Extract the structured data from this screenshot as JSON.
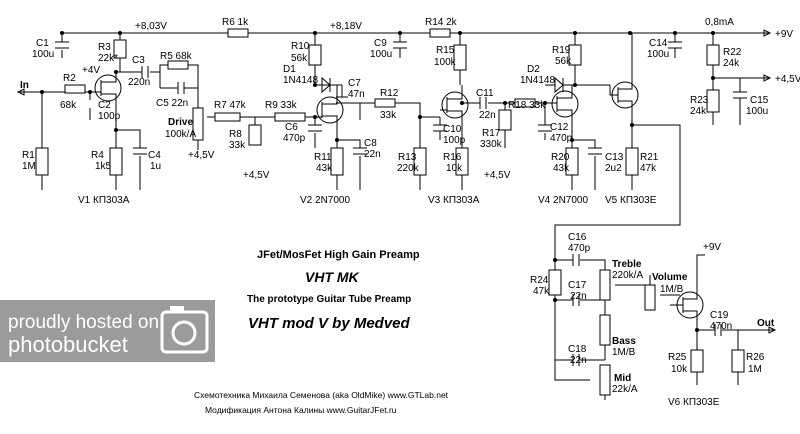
{
  "rails": {
    "v1": "+8,03V",
    "v2": "+8,18V",
    "supply": "+9V",
    "mid": "+4,5V",
    "current": "0,8mA",
    "bias": "+4V"
  },
  "titles": {
    "line1": "JFet/MosFet High Gain Preamp",
    "line2": "VHT MK",
    "line3": "The prototype Guitar Tube Preamp",
    "line4": "VHT mod V by Medved"
  },
  "credits": {
    "line1": "Схемотехника Михаила Семенова (aka OldMike)   www.GTLab.net",
    "line2": "Модификация Антона Калины  www.GuitarJFet.ru"
  },
  "io": {
    "in": "In",
    "out": "Out"
  },
  "pots": {
    "drive": "Drive",
    "treble": "Treble",
    "bass": "Bass",
    "mid": "Mid",
    "volume": "Volume"
  },
  "components": {
    "C1": [
      "C1",
      "100u"
    ],
    "R3": [
      "R3",
      "22k*"
    ],
    "C3": [
      "C3",
      "220n"
    ],
    "R2": [
      "R2",
      "68k"
    ],
    "C2": [
      "C2",
      "100p"
    ],
    "R5": [
      "R5 68k"
    ],
    "C5": [
      "C5 22n"
    ],
    "R1": [
      "R1",
      "1M"
    ],
    "R4": [
      "R4",
      "1k5"
    ],
    "C4": [
      "C4",
      "1u"
    ],
    "R6": [
      "R6 1k"
    ],
    "R7": [
      "R7 47k"
    ],
    "R8": [
      "R8",
      "33k"
    ],
    "R9": [
      "R9 33k"
    ],
    "D1": [
      "D1",
      "1N4148"
    ],
    "R10": [
      "R10",
      "56k"
    ],
    "C7": [
      "C7",
      "47n"
    ],
    "C6": [
      "C6",
      "470p"
    ],
    "R11": [
      "R11",
      "43k"
    ],
    "C8": [
      "C8",
      "22n"
    ],
    "R12": [
      "R12",
      "33k"
    ],
    "C9": [
      "C9",
      "100u"
    ],
    "R14": [
      "R14 2k"
    ],
    "R15": [
      "R15",
      "100k"
    ],
    "C10": [
      "C10",
      "100p"
    ],
    "R13": [
      "R13",
      "220k"
    ],
    "R16": [
      "R16",
      "10k"
    ],
    "C11": [
      "C11",
      "22n"
    ],
    "R18": [
      "R18 33k"
    ],
    "R17": [
      "R17",
      "330k"
    ],
    "D2": [
      "D2",
      "1N4148"
    ],
    "R19": [
      "R19",
      "56k"
    ],
    "C12": [
      "C12",
      "470p"
    ],
    "R20": [
      "R20",
      "43k"
    ],
    "C13": [
      "C13",
      "2u2"
    ],
    "R21": [
      "R21",
      "47k"
    ],
    "C14": [
      "C14",
      "100u"
    ],
    "R22": [
      "R22",
      "24k"
    ],
    "R23": [
      "R23",
      "24k"
    ],
    "C15": [
      "C15",
      "100u"
    ],
    "C16": [
      "C16",
      "470p"
    ],
    "R24": [
      "R24",
      "47k"
    ],
    "C17": [
      "C17",
      "22n"
    ],
    "C18": [
      "C18",
      "22n"
    ],
    "C19": [
      "C19",
      "470n"
    ],
    "R25": [
      "R25",
      "10k"
    ],
    "R26": [
      "R26",
      "1M"
    ]
  },
  "pot_values": {
    "drive": "100k/A",
    "treble": "220k/A",
    "bass": "1M/B",
    "mid": "22k/A",
    "volume": "1M/B"
  },
  "transistors": {
    "V1": "V1   КП303А",
    "V2": "V2   2N7000",
    "V3": "V3   КП303А",
    "V4": "V4   2N7000",
    "V5": "V5   КП303Е",
    "V6": "V6   КП303Е"
  },
  "watermark": {
    "line1": "proudly hosted on",
    "line2": "photobucket"
  }
}
